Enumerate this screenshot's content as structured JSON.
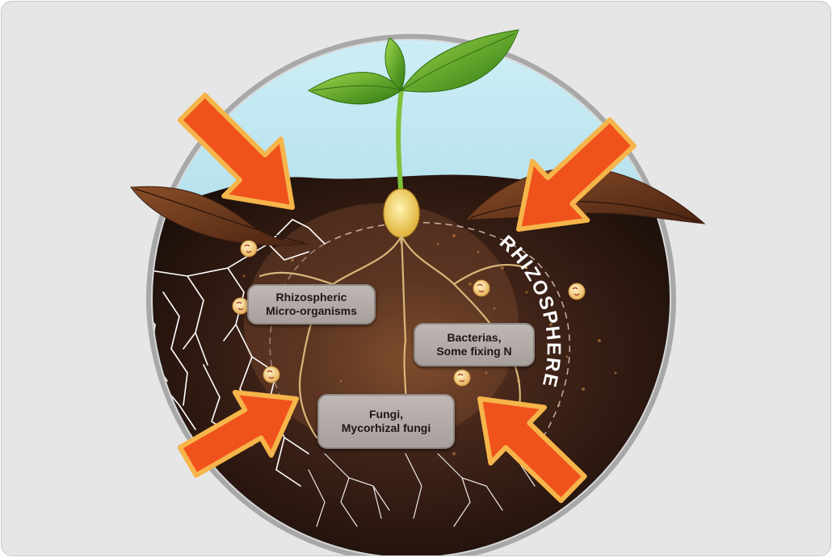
{
  "title_arc": "RHIZOSPHERE",
  "labels": {
    "rhizo_micro": {
      "line1": "Rhizospheric",
      "line2": "Micro-organisms"
    },
    "bacterias": {
      "line1": "Bacterias,",
      "line2": "Some fixing N"
    },
    "fungi": {
      "line1": "Fungi,",
      "line2": "Mycorhizal fungi"
    }
  },
  "colors": {
    "sky": "#8fd0e2",
    "soil_dark": "#1c0f0a",
    "soil_glow": "#7a4a2a",
    "leaf_green": "#4a9a1c",
    "dead_leaf": "#6b3a1e",
    "arrow_fill": "#f0521c",
    "arrow_outline": "#f6b54a",
    "root": "#ffffff",
    "microbe": "#f2d28a"
  },
  "icons": [
    "arrow-icon",
    "microbe-icon",
    "seedling-icon",
    "dead-leaf-icon",
    "root-hair-icon"
  ]
}
